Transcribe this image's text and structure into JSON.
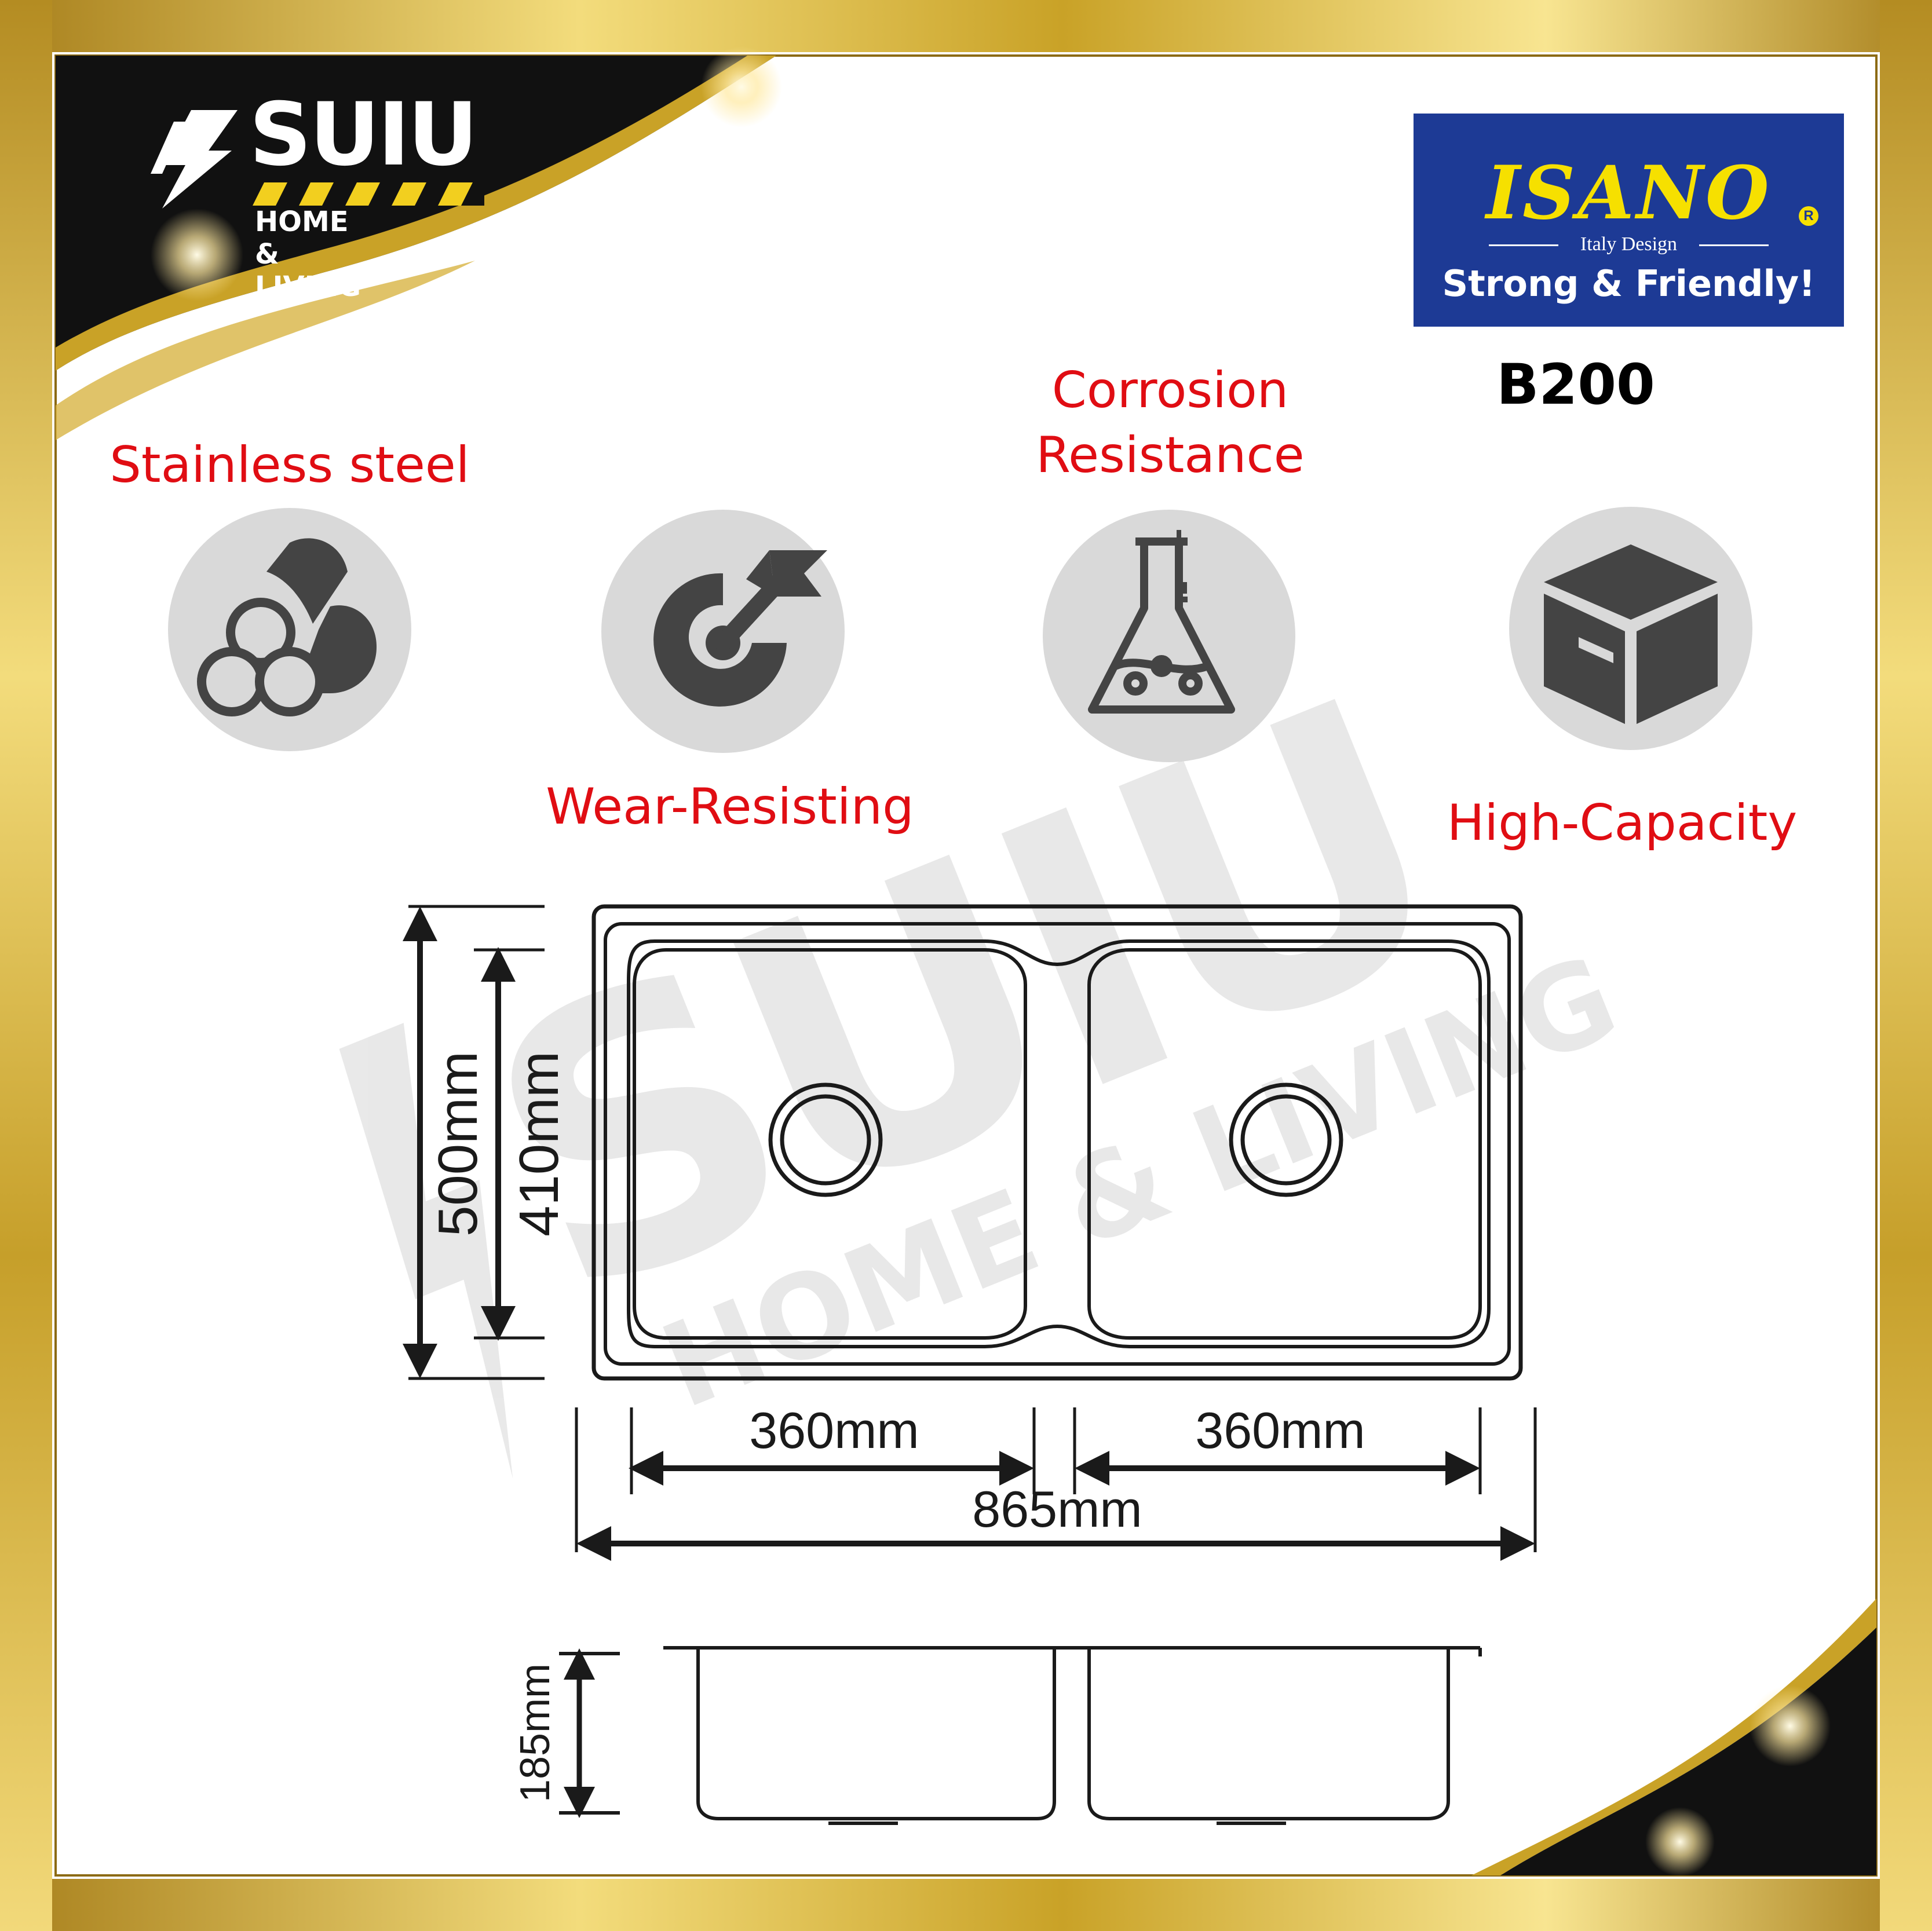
{
  "brand": {
    "retailer_name": "SUIU",
    "retailer_tagline": "HOME & LIVING",
    "manufacturer_name": "ISANO",
    "manufacturer_registered_mark": "R",
    "manufacturer_subtitle": "Italy Design",
    "manufacturer_slogan": "Strong & Friendly!",
    "model_code": "B200"
  },
  "features": [
    {
      "label": "Stainless steel",
      "icon": "steel-pipes-icon"
    },
    {
      "label": "Wear-Resisting",
      "icon": "wear-resisting-icon"
    },
    {
      "label": "Corrosion\nResistance",
      "icon": "flask-icon"
    },
    {
      "label": "High-Capacity",
      "icon": "box-icon"
    }
  ],
  "dimensions": {
    "overall_depth": "500mm",
    "bowl_depth": "410mm",
    "left_bowl_width": "360mm",
    "right_bowl_width": "360mm",
    "overall_width": "865mm",
    "bowl_height": "185mm"
  },
  "colors": {
    "feature_text": "#e00d13",
    "frame_gold": "#c9a227",
    "isano_blue": "#1d3a95",
    "isano_yellow": "#f6e000",
    "icon_circle": "#d9d9d9",
    "icon_glyph": "#444444"
  }
}
